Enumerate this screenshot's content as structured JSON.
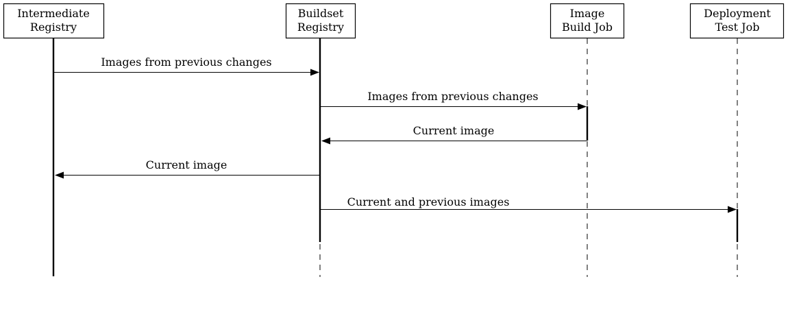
{
  "diagram": {
    "type": "sequence",
    "actors": [
      {
        "id": "intermediate",
        "line1": "Intermediate",
        "line2": "Registry"
      },
      {
        "id": "buildset",
        "line1": "Buildset",
        "line2": "Registry"
      },
      {
        "id": "imagebuild",
        "line1": "Image",
        "line2": "Build Job"
      },
      {
        "id": "deploytest",
        "line1": "Deployment",
        "line2": "Test Job"
      }
    ],
    "messages": [
      {
        "from": "Intermediate Registry",
        "to": "Buildset Registry",
        "label": "Images from previous changes"
      },
      {
        "from": "Buildset Registry",
        "to": "Image Build Job",
        "label": "Images from previous changes"
      },
      {
        "from": "Image Build Job",
        "to": "Buildset Registry",
        "label": "Current image"
      },
      {
        "from": "Buildset Registry",
        "to": "Intermediate Registry",
        "label": "Current image"
      },
      {
        "from": "Buildset Registry",
        "to": "Deployment Test Job",
        "label": "Current and previous images"
      }
    ]
  }
}
